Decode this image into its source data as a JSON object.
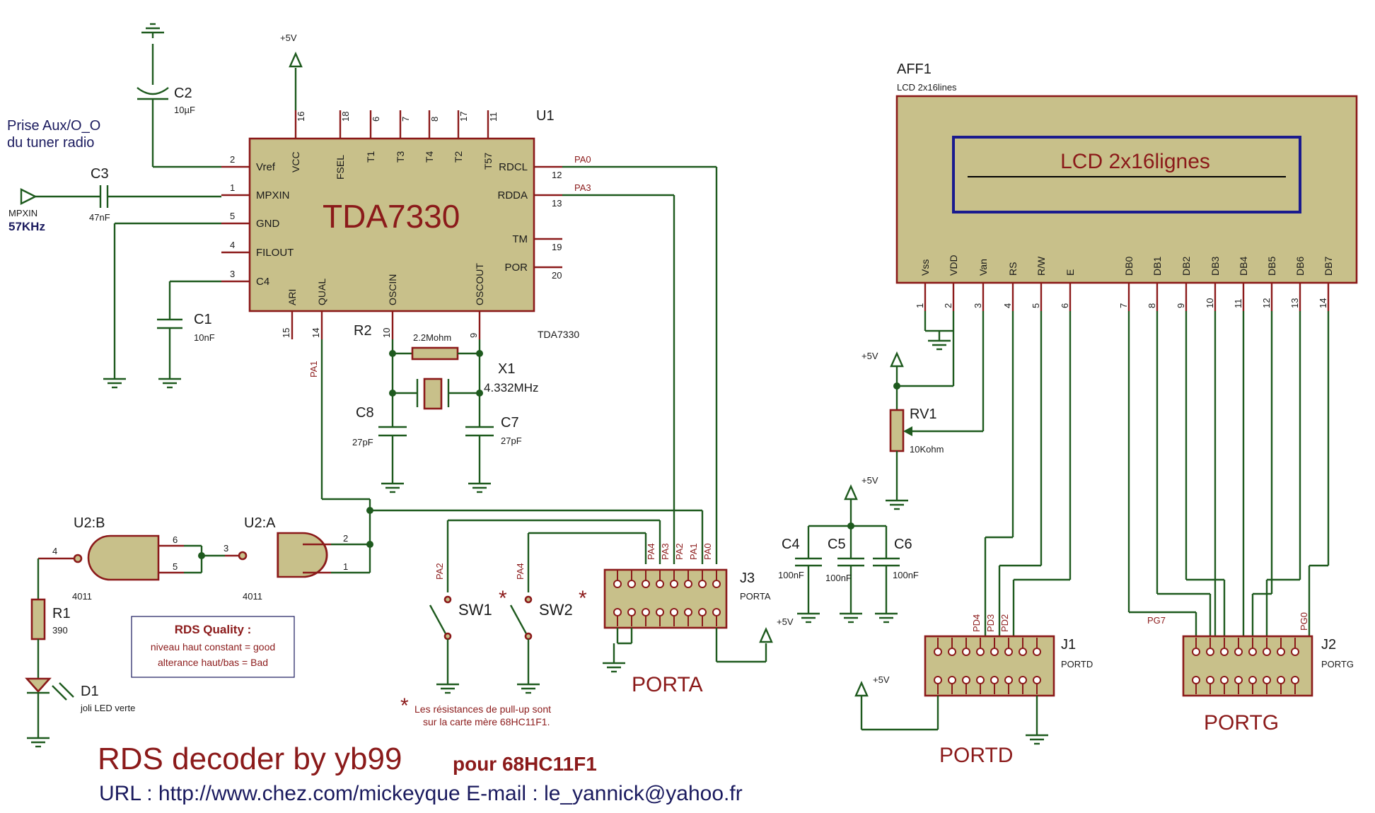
{
  "title": {
    "main": "RDS decoder by yb99",
    "suffix": "pour 68HC11F1",
    "url_line": "URL : http://www.chez.com/mickeyque  E-mail : le_yannick@yahoo.fr"
  },
  "input": {
    "note_line1": "Prise Aux/O_O",
    "note_line2": "du tuner radio",
    "pin_label": "MPXIN",
    "freq": "57KHz"
  },
  "u1": {
    "ref": "U1",
    "name": "TDA7330",
    "value": "TDA7330",
    "top_pins": [
      {
        "num": "16",
        "name": "VCC"
      },
      {
        "num": "18",
        "name": "FSEL"
      },
      {
        "num": "6",
        "name": "T1"
      },
      {
        "num": "7",
        "name": "T3"
      },
      {
        "num": "8",
        "name": "T4"
      },
      {
        "num": "17",
        "name": "T2"
      },
      {
        "num": "11",
        "name": "T57"
      }
    ],
    "left_pins": [
      {
        "num": "2",
        "name": "Vref"
      },
      {
        "num": "1",
        "name": "MPXIN"
      },
      {
        "num": "5",
        "name": "GND"
      },
      {
        "num": "4",
        "name": "FILOUT"
      },
      {
        "num": "3",
        "name": "C4"
      }
    ],
    "right_pins": [
      {
        "num": "12",
        "name": "RDCL"
      },
      {
        "num": "13",
        "name": "RDDA"
      },
      {
        "num": "19",
        "name": "TM"
      },
      {
        "num": "20",
        "name": "POR"
      }
    ],
    "bottom_pins": [
      {
        "num": "15",
        "name": "ARI"
      },
      {
        "num": "14",
        "name": "QUAL"
      },
      {
        "num": "10",
        "name": "OSCIN"
      },
      {
        "num": "9",
        "name": "OSCOUT"
      }
    ]
  },
  "components": {
    "c1": {
      "ref": "C1",
      "value": "10nF"
    },
    "c2": {
      "ref": "C2",
      "value": "10µF"
    },
    "c3": {
      "ref": "C3",
      "value": "47nF"
    },
    "c4": {
      "ref": "C4",
      "value": "100nF"
    },
    "c5": {
      "ref": "C5",
      "value": "100nF"
    },
    "c6": {
      "ref": "C6",
      "value": "100nF"
    },
    "c7": {
      "ref": "C7",
      "value": "27pF"
    },
    "c8": {
      "ref": "C8",
      "value": "27pF"
    },
    "r1": {
      "ref": "R1",
      "value": "390"
    },
    "r2": {
      "ref": "R2",
      "value": "2.2Mohm"
    },
    "x1": {
      "ref": "X1",
      "value": "4.332MHz"
    },
    "rv1": {
      "ref": "RV1",
      "value": "10Kohm"
    },
    "d1": {
      "ref": "D1",
      "value": "joli LED verte"
    },
    "u2b": {
      "ref": "U2:B",
      "value": "4011",
      "pins": [
        "4",
        "6",
        "5"
      ]
    },
    "u2a": {
      "ref": "U2:A",
      "value": "4011",
      "pins": [
        "3",
        "2",
        "1"
      ]
    },
    "sw1": {
      "ref": "SW1"
    },
    "sw2": {
      "ref": "SW2"
    }
  },
  "rails": {
    "vcc": "+5V"
  },
  "nets": {
    "pa0": "PA0",
    "pa1": "PA1",
    "pa2": "PA2",
    "pa3": "PA3",
    "pa4": "PA4",
    "pd2": "PD2",
    "pd3": "PD3",
    "pd4": "PD4",
    "pg0": "PG0",
    "pg7": "PG7"
  },
  "rds_quality": {
    "title": "RDS Quality :",
    "line1": "niveau haut constant = good",
    "line2": "alterance haut/bas = Bad"
  },
  "note": {
    "star": "*",
    "line1": "Les résistances de pull-up sont",
    "line2": "sur la carte mère 68HC11F1."
  },
  "lcd": {
    "ref": "AFF1",
    "value": "LCD 2x16lines",
    "display_text": "LCD 2x16lignes",
    "pins": [
      {
        "num": "1",
        "name": "Vss"
      },
      {
        "num": "2",
        "name": "VDD"
      },
      {
        "num": "3",
        "name": "Van"
      },
      {
        "num": "4",
        "name": "RS"
      },
      {
        "num": "5",
        "name": "R/W"
      },
      {
        "num": "6",
        "name": "E"
      },
      {
        "num": "7",
        "name": "DB0"
      },
      {
        "num": "8",
        "name": "DB1"
      },
      {
        "num": "9",
        "name": "DB2"
      },
      {
        "num": "10",
        "name": "DB3"
      },
      {
        "num": "11",
        "name": "DB4"
      },
      {
        "num": "12",
        "name": "DB5"
      },
      {
        "num": "13",
        "name": "DB6"
      },
      {
        "num": "14",
        "name": "DB7"
      }
    ]
  },
  "connectors": {
    "j3": {
      "ref": "J3",
      "value": "PORTA",
      "label": "PORTA"
    },
    "j1": {
      "ref": "J1",
      "value": "PORTD",
      "label": "PORTD"
    },
    "j2": {
      "ref": "J2",
      "value": "PORTG",
      "label": "PORTG"
    }
  }
}
